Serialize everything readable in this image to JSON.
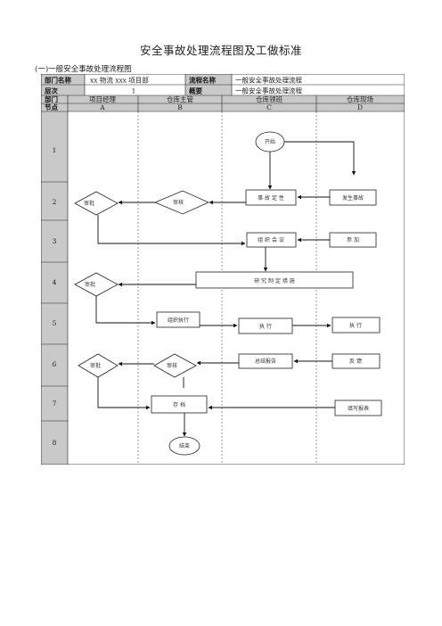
{
  "title": "安全事故处理流程图及工做标准",
  "subtitle": "(一)一般安全事故处理流程图",
  "header": {
    "dept_label": "部门名称",
    "dept_value": "xx 物流 xxx 项目部",
    "flow_label": "流程名称",
    "flow_value": "一般安全事故处理流程",
    "level_label": "层次",
    "level_value": "1",
    "summary_label": "概要",
    "summary_value": "一般安全事故处理流程",
    "col_dept_label": "部门",
    "node_label": "节点"
  },
  "columns": [
    {
      "dept": "项目经理",
      "code": "A"
    },
    {
      "dept": "仓库主管",
      "code": "B"
    },
    {
      "dept": "仓库领班",
      "code": "C"
    },
    {
      "dept": "仓库现场",
      "code": "D"
    }
  ],
  "rows": [
    "1",
    "2",
    "3",
    "4",
    "5",
    "6",
    "7",
    "8"
  ],
  "nodes": {
    "start": "开始",
    "end": "结束",
    "accident_determination": "事 故 定 性",
    "accident_occur": "发生事故",
    "review_b2": "审核",
    "approve_a2": "审批",
    "organize_meeting": "组 织 会 议",
    "participate": "参    加",
    "research_measures": "研      究      制      定      措      施",
    "approve_a4": "审批",
    "organize_execute": "组织执行",
    "execute_c5": "执      行",
    "execute_d5": "执      行",
    "summary_report": "总结报告",
    "feedback": "反      馈",
    "review_b6": "审核",
    "approve_a6": "审批",
    "archive": "存            档",
    "fill_report": "填写报表"
  }
}
